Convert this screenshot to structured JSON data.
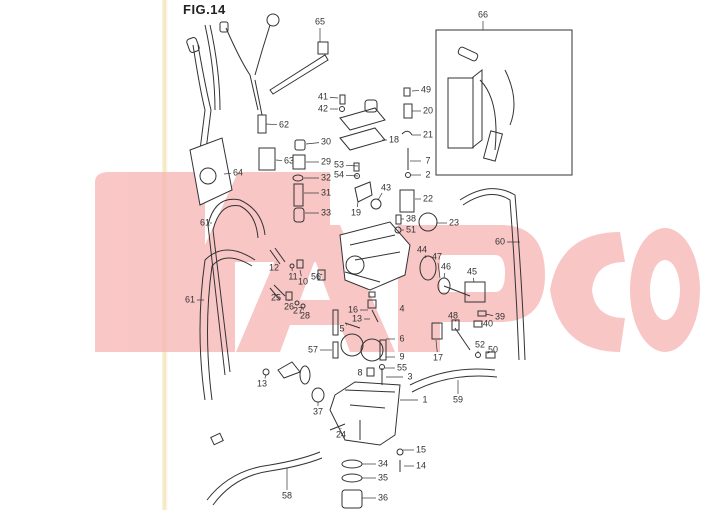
{
  "figure_title": "FIG.14",
  "watermark_text": "RAPCO",
  "part_numbers": [
    "65",
    "66",
    "49",
    "41",
    "42",
    "20",
    "62",
    "18",
    "21",
    "30",
    "29",
    "63",
    "7",
    "53",
    "54",
    "2",
    "64",
    "32",
    "31",
    "43",
    "22",
    "19",
    "33",
    "38",
    "61",
    "23",
    "51",
    "60",
    "44",
    "47",
    "45",
    "46",
    "12",
    "56",
    "11",
    "10",
    "25",
    "26",
    "27",
    "28",
    "61",
    "4",
    "16",
    "39",
    "13",
    "48",
    "40",
    "5",
    "6",
    "17",
    "52",
    "50",
    "57",
    "9",
    "55",
    "13",
    "8",
    "3",
    "1",
    "59",
    "37",
    "24",
    "15",
    "34",
    "14",
    "35",
    "58",
    "36"
  ],
  "colors": {
    "line": "#333333",
    "watermark": "#f5a3a3"
  }
}
